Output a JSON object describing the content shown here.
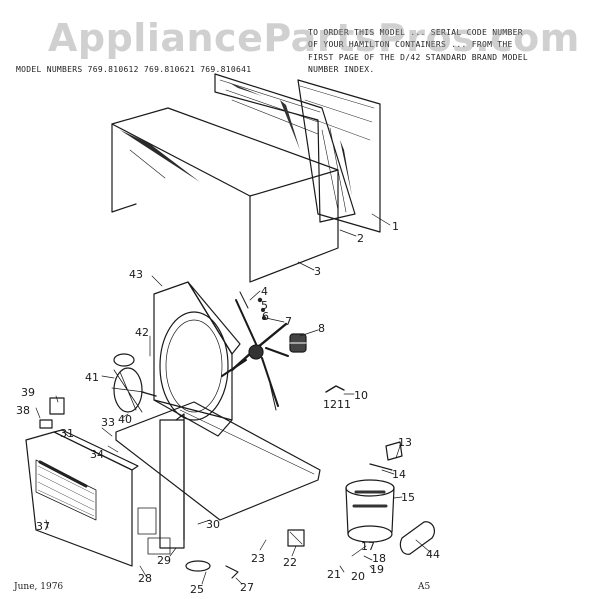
{
  "header": {
    "note_line1": "TO ORDER THIS MODEL ... SERIAL CODE NUMBER",
    "note_line2": "OF YOUR HAMILTON CONTAINERS ... FROM THE",
    "note_line3": "FIRST PAGE OF THE D/42 STANDARD BRAND MODEL",
    "note_line4": "NUMBER INDEX.",
    "model_numbers": "MODEL NUMBERS 769.810612 769.810621 769.810641"
  },
  "watermark": "AppliancePartsPros.com",
  "footer": {
    "date": "June, 1976",
    "page_code": "A5"
  },
  "part_labels": [
    "1",
    "2",
    "3",
    "4",
    "5",
    "6",
    "7",
    "8",
    "10",
    "11",
    "12",
    "13",
    "14",
    "15",
    "17",
    "18",
    "19",
    "20",
    "21",
    "22",
    "23",
    "25",
    "27",
    "28",
    "29",
    "30",
    "31",
    "33",
    "34",
    "37",
    "38",
    "39",
    "40",
    "41",
    "42",
    "43",
    "44"
  ]
}
